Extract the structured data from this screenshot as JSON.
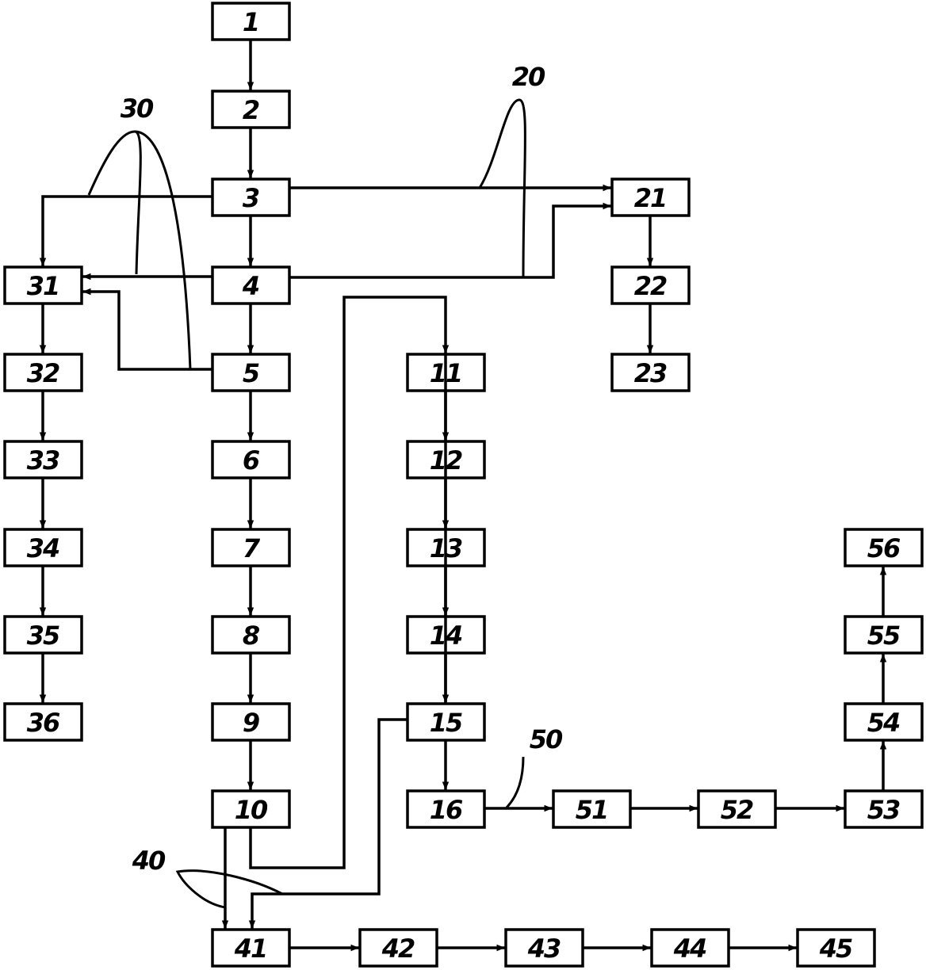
{
  "boxes": {
    "main": [
      "1",
      "2",
      "3",
      "4",
      "5",
      "6",
      "7",
      "8",
      "9",
      "10"
    ],
    "col_b": [
      "11",
      "12",
      "13",
      "14",
      "15",
      "16"
    ],
    "col_c": [
      "21",
      "22",
      "23"
    ],
    "col_left": [
      "31",
      "32",
      "33",
      "34",
      "35",
      "36"
    ],
    "row_bottom": [
      "41",
      "42",
      "43",
      "44",
      "45"
    ],
    "row_right": [
      "51",
      "52",
      "53",
      "54",
      "55",
      "56"
    ]
  },
  "callouts": [
    "20",
    "30",
    "40",
    "50"
  ],
  "colors": {
    "line": "#000000",
    "background": "#ffffff"
  }
}
